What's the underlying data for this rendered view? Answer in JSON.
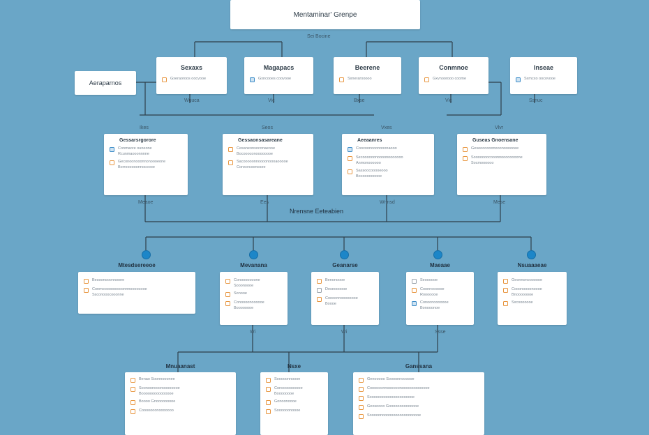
{
  "title": "Mentaminar' Grenpe",
  "top_caption": "Sei Bocine",
  "side_label": "Aeraparnos",
  "row1": [
    {
      "title": "Sexaxs",
      "lines": [
        "Gxeraoroos oocvooe"
      ],
      "icon": "orange"
    },
    {
      "title": "Magapacs",
      "lines": [
        "Gxncooes coovooe"
      ],
      "icon": "blue"
    },
    {
      "title": "Beerene",
      "lines": [
        "Sxnerarooooo"
      ],
      "icon": "orange"
    },
    {
      "title": "Conmnoe",
      "lines": [
        "Gxvnoorooo coome"
      ],
      "icon": "orange"
    },
    {
      "title": "Inseae",
      "lines": [
        "Sxmcxo oocovooe"
      ],
      "icon": "blue"
    }
  ],
  "row1_captions": [
    "Wuuca",
    "Vic",
    "Bxse",
    "Vic",
    "Ssnuc"
  ],
  "row2_captions": [
    "Ikes",
    "Seos",
    "Vxes",
    "Vlvr"
  ],
  "row2": [
    {
      "title": "Gessarsrgorore",
      "rows": [
        {
          "icon": "blue",
          "lines": [
            "Conmaore ouneone",
            "Rcunmaooonnnne"
          ]
        },
        {
          "icon": "orange",
          "lines": [
            "Geconoonooonnonoooeone",
            "Borroooooonnocoooe"
          ]
        }
      ]
    },
    {
      "title": "Gessaonsasareane",
      "rows": [
        {
          "icon": "orange",
          "lines": [
            "Cesaneonsoconaeooe",
            "Bocoooconoooooooe"
          ]
        },
        {
          "icon": "orange",
          "lines": [
            "Sacooooonnoooonoooaooooe",
            "Conxorcoonosee"
          ]
        }
      ]
    },
    {
      "title": "Aeeaanres",
      "rows": [
        {
          "icon": "blue",
          "lines": [
            "Cooxoonooonooonaooo"
          ]
        },
        {
          "icon": "orange",
          "lines": [
            "Secoooooonoooonooooooo",
            "Anmonoooooo"
          ]
        },
        {
          "icon": "orange",
          "lines": [
            "Sassoocooooeooo",
            "Bocooooooooe"
          ]
        }
      ]
    },
    {
      "title": "Guseas Gnoensane",
      "rows": [
        {
          "icon": "orange",
          "lines": [
            "Geseoooooonooonoooooee"
          ]
        },
        {
          "icon": "orange",
          "lines": [
            "Sooooooocooonnoooooooone",
            "Socmoooooo"
          ]
        }
      ]
    }
  ],
  "row2_bottom_captions": [
    "Meaoe",
    "Ees",
    "Wnnsd",
    "Mese"
  ],
  "hub_label": "Nrensne Eeteabien",
  "row3": [
    {
      "title": "Mtesdsereeoe",
      "rows": [
        {
          "icon": "orange",
          "lines": [
            "Besoonooonnoone"
          ]
        },
        {
          "icon": "orange",
          "lines": [
            "Conmoooooooooonnnoooocooe",
            "Ssconooocooonne"
          ]
        }
      ]
    },
    {
      "title": "Mevanana",
      "rows": [
        {
          "icon": "orange",
          "lines": [
            "Conooooooone",
            "Sooonoooe"
          ]
        },
        {
          "icon": "orange",
          "lines": [
            "Sonooe"
          ]
        },
        {
          "icon": "orange",
          "lines": [
            "Conoooonoooooe",
            "Boooooooe"
          ]
        }
      ]
    },
    {
      "title": "Geanarse",
      "rows": [
        {
          "icon": "orange",
          "lines": [
            "Benonoooe"
          ]
        },
        {
          "icon": "grey",
          "lines": [
            "Deseoooooe"
          ]
        },
        {
          "icon": "orange",
          "lines": [
            "Coooonnoooooooe",
            "Boooe"
          ]
        }
      ]
    },
    {
      "title": "Maeaae",
      "rows": [
        {
          "icon": "grey",
          "lines": [
            "Seoooooe"
          ]
        },
        {
          "icon": "orange",
          "lines": [
            "Coonnoooooe",
            "Rooooooe"
          ]
        },
        {
          "icon": "blue",
          "lines": [
            "Conoonooooooe",
            "Bonooonoe"
          ]
        }
      ]
    },
    {
      "title": "Nsuaaaeae",
      "rows": [
        {
          "icon": "orange",
          "lines": [
            "Geonnonooooooe"
          ]
        },
        {
          "icon": "orange",
          "lines": [
            "Cooonoooonoooe",
            "Bnoooooooe"
          ]
        },
        {
          "icon": "orange",
          "lines": [
            "Sxcooooooe"
          ]
        }
      ]
    }
  ],
  "row3_captions": [
    "Wi",
    "Wi",
    "Ssse"
  ],
  "row4": [
    {
      "title": "Mnuaanast",
      "rows": [
        {
          "icon": "orange",
          "lines": [
            "Benao Soonnooonee"
          ]
        },
        {
          "icon": "orange",
          "lines": [
            "Soonoonooonoooooooe",
            "Booooooooooooooe"
          ]
        },
        {
          "icon": "orange",
          "lines": [
            "Boooo Gnooooooooe"
          ]
        },
        {
          "icon": "orange",
          "lines": [
            "Cooooooonooooooo"
          ]
        }
      ]
    },
    {
      "title": "Nsxe",
      "rows": [
        {
          "icon": "orange",
          "lines": [
            "Sooooonnoooe"
          ]
        },
        {
          "icon": "orange",
          "lines": [
            "Conoooooooooe",
            "Boooooooe"
          ]
        },
        {
          "icon": "orange",
          "lines": [
            "Gonoonoooe"
          ]
        },
        {
          "icon": "orange",
          "lines": [
            "Soooooonoooe"
          ]
        }
      ]
    },
    {
      "title": "Ganssana",
      "rows": [
        {
          "icon": "orange",
          "lines": [
            "Genooooo Soooonnoooooe"
          ]
        },
        {
          "icon": "orange",
          "lines": [
            "Coooooonnoooooonooooooooooooe"
          ]
        },
        {
          "icon": "orange",
          "lines": [
            "Sooooooooooooooooooooe"
          ]
        },
        {
          "icon": "orange",
          "lines": [
            "Geosoooo Goooooooooooooe"
          ]
        },
        {
          "icon": "orange",
          "lines": [
            "Sooooonoooooooooooooooooe"
          ]
        }
      ]
    }
  ],
  "colors": {
    "background": "#6aa6c7",
    "node": "#ffffff",
    "icon_orange": "#e8963f",
    "icon_blue": "#3b8cc8",
    "dot": "#1c86c8",
    "line": "#2f3f4a"
  }
}
